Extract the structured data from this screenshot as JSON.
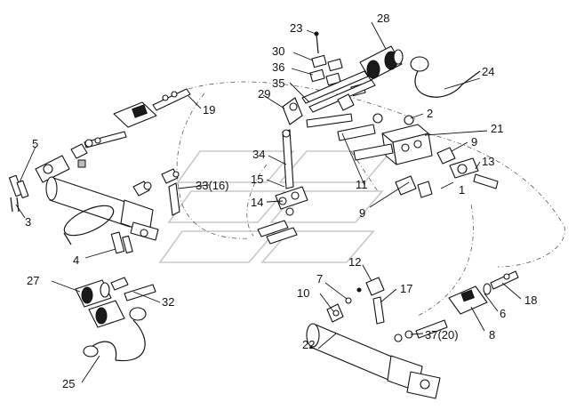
{
  "callouts": [
    {
      "id": "c1",
      "text": "1"
    },
    {
      "id": "c2",
      "text": "2"
    },
    {
      "id": "c3",
      "text": "3"
    },
    {
      "id": "c4",
      "text": "4"
    },
    {
      "id": "c5",
      "text": "5"
    },
    {
      "id": "c6",
      "text": "6"
    },
    {
      "id": "c7",
      "text": "7"
    },
    {
      "id": "c8",
      "text": "8"
    },
    {
      "id": "c9a",
      "text": "9"
    },
    {
      "id": "c9b",
      "text": "9"
    },
    {
      "id": "c10",
      "text": "10"
    },
    {
      "id": "c11",
      "text": "11"
    },
    {
      "id": "c12",
      "text": "12"
    },
    {
      "id": "c13",
      "text": "13"
    },
    {
      "id": "c14",
      "text": "14"
    },
    {
      "id": "c15",
      "text": "15"
    },
    {
      "id": "c17",
      "text": "17"
    },
    {
      "id": "c18",
      "text": "18"
    },
    {
      "id": "c19",
      "text": "19"
    },
    {
      "id": "c21",
      "text": "21"
    },
    {
      "id": "c22",
      "text": "22"
    },
    {
      "id": "c23",
      "text": "23"
    },
    {
      "id": "c24",
      "text": "24"
    },
    {
      "id": "c25",
      "text": "25"
    },
    {
      "id": "c27",
      "text": "27"
    },
    {
      "id": "c28",
      "text": "28"
    },
    {
      "id": "c29",
      "text": "29"
    },
    {
      "id": "c30",
      "text": "30"
    },
    {
      "id": "c32",
      "text": "32"
    },
    {
      "id": "c33",
      "text": "33(16)"
    },
    {
      "id": "c34",
      "text": "34"
    },
    {
      "id": "c35",
      "text": "35"
    },
    {
      "id": "c36",
      "text": "36"
    },
    {
      "id": "c37",
      "text": "37(20)"
    }
  ]
}
